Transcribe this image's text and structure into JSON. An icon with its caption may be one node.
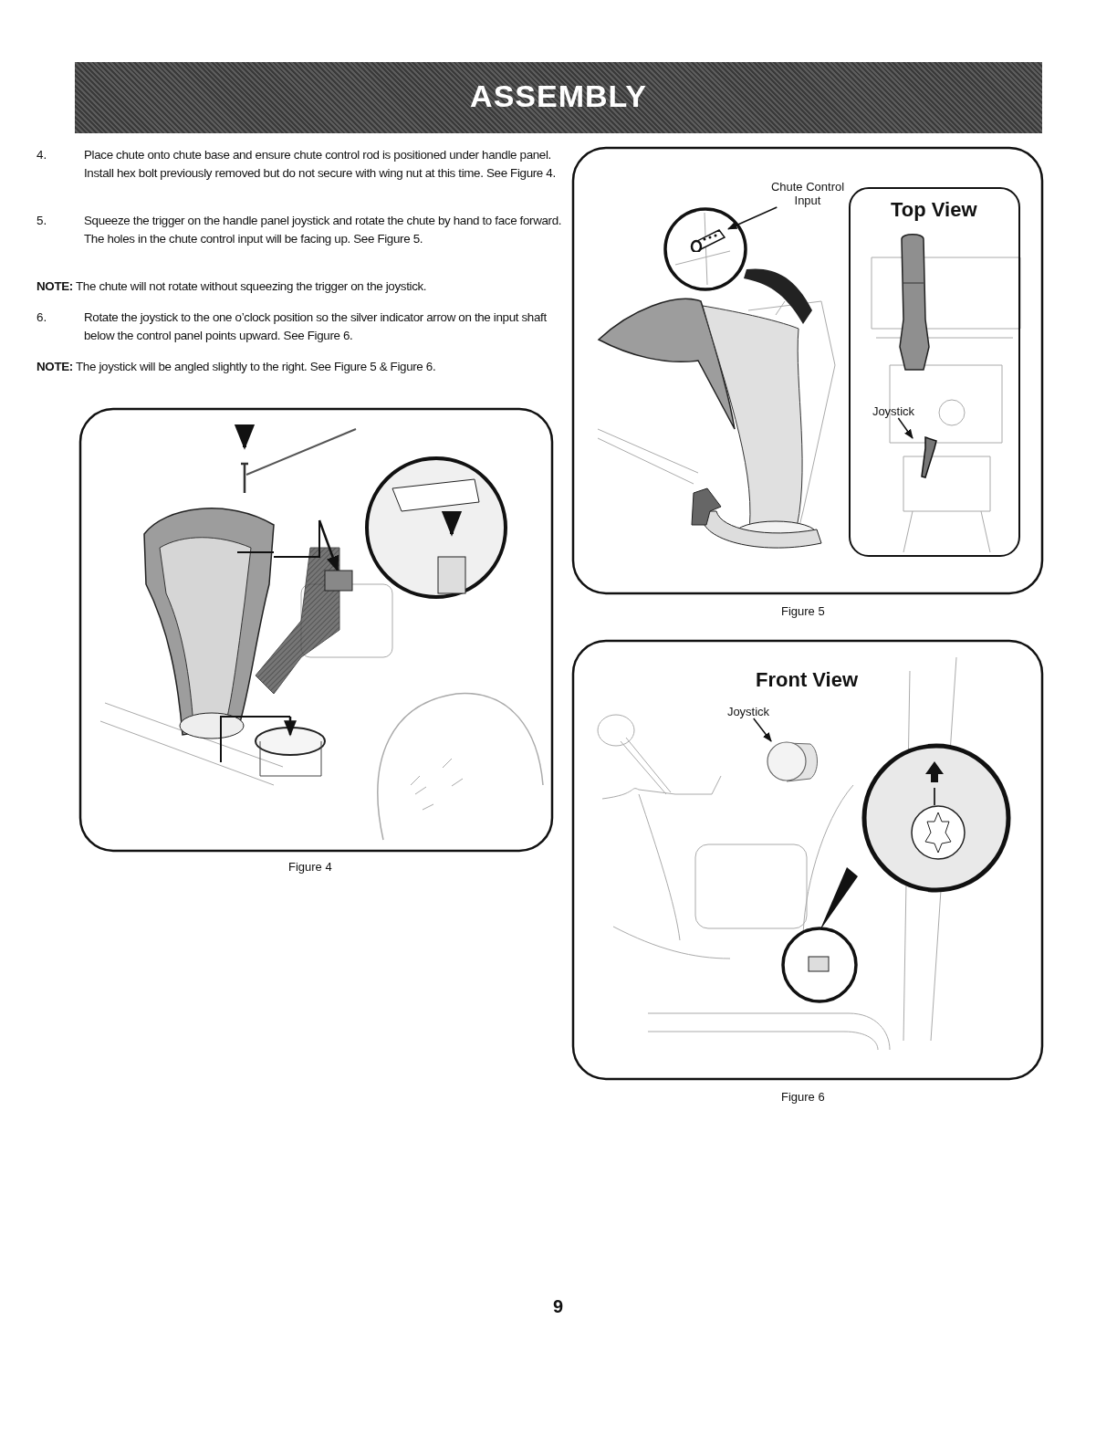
{
  "diagram": {
    "title": "ASSEMBLY",
    "nodes": [
      {
        "text": [
          "Chute Control Input"
        ]
      },
      {
        "text": [],
        "shape": "picture"
      },
      {
        "text": [
          "Top View"
        ]
      },
      {
        "text": [
          "Joystick"
        ],
        "in": 2
      },
      {
        "text": [],
        "shape": "picture",
        "in": 2
      },
      {
        "text": [
          "Joystick"
        ]
      },
      {
        "text": [],
        "shape": "circle"
      }
    ],
    "edges": [
      {
        "from": 0,
        "to": 1,
        "arrow": "to"
      },
      {
        "from": 3,
        "to": 4,
        "arrow": "to"
      },
      {
        "from": 5,
        "to": 6,
        "arrow": "to"
      }
    ],
    "labels": [
      "4.",
      "Place chute onto chute base and ensure chute control rod is positioned under handle panel. Install hex bolt previously removed but do not secure with wing nut at this time. See Figure 4.",
      "5.",
      "Squeeze the trigger on the handle panel joystick and rotate the chute by hand to face forward. The holes in the chute control input will be facing up. See Figure 5.",
      "**NOTE:** The chute will not rotate without squeezing the trigger on the joystick.",
      "6.",
      "Rotate the joystick to the one o’clock position so the silver indicator arrow on the input shaft below the control panel points upward. See Figure 6.",
      "**NOTE:** The joystick will be angled slightly to the right. See Figure 5 & Figure 6.",
      "Figure 4",
      "Figure 5",
      "Front View",
      "Figure 6",
      "9"
    ]
  }
}
